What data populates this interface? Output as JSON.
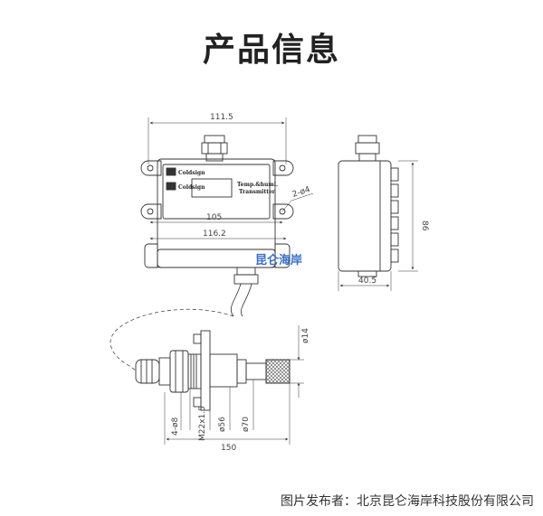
{
  "header": {
    "title": "产品信息"
  },
  "front_view": {
    "dim_width_overall": "111.5",
    "dim_hole_spacing": "105",
    "dim_body_width": "116.2",
    "dim_holes": "2-ø4",
    "product_label_line1": "Temp.&humi.",
    "product_label_line2": "Transmitter",
    "logo_text": "Coldsign",
    "watermark": "昆仑海岸"
  },
  "side_view": {
    "dim_height": "86",
    "dim_depth": "40.5"
  },
  "probe_view": {
    "dim_tip": "ø14",
    "dim_thread": "M22x1.5",
    "dim_d56": "ø56",
    "dim_d70": "ø70",
    "dim_holes": "4-ø8",
    "dim_length": "150"
  },
  "footer": {
    "credit": "图片发布者：北京昆仑海岸科技股份有限公司"
  }
}
